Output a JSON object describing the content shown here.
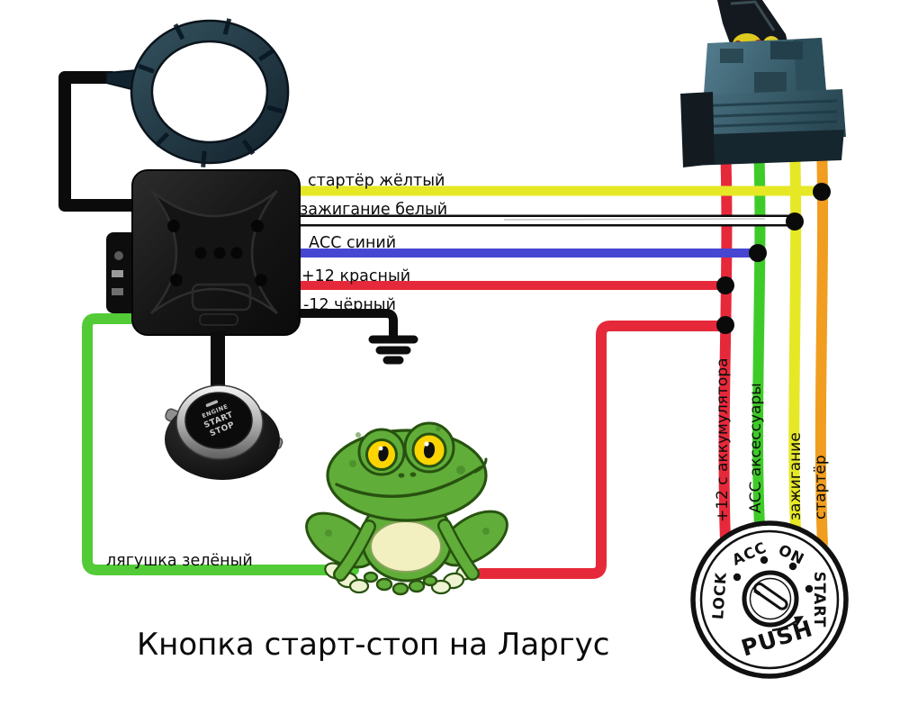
{
  "title": "Кнопка старт-стоп на Ларгус",
  "module_wires": [
    {
      "label": "стартёр жёлтый",
      "color": "#e6e826"
    },
    {
      "label": "зажигание белый",
      "color": "#ffffff"
    },
    {
      "label": "АСС синий",
      "color": "#4646d2"
    },
    {
      "label": "+12 красный",
      "color": "#e6293a"
    },
    {
      "label": "-12 чёрный",
      "color": "#0d0d0d"
    },
    {
      "label": "лягушка зелёный",
      "color": "#53cb37"
    }
  ],
  "harness_wires": [
    {
      "label": "+12 с аккумулятора",
      "color": "#e6293a"
    },
    {
      "label": "АСС аксессуары",
      "color": "#3ecb28"
    },
    {
      "label": "зажигание",
      "color": "#e6e826"
    },
    {
      "label": "стартёр",
      "color": "#f09d20"
    }
  ],
  "ignition_switch": {
    "positions": [
      "LOCK",
      "ACC",
      "ON",
      "START"
    ],
    "push_label": "PUSH"
  },
  "start_button": {
    "line1": "ENGINE",
    "line2": "START",
    "line3": "STOP"
  }
}
